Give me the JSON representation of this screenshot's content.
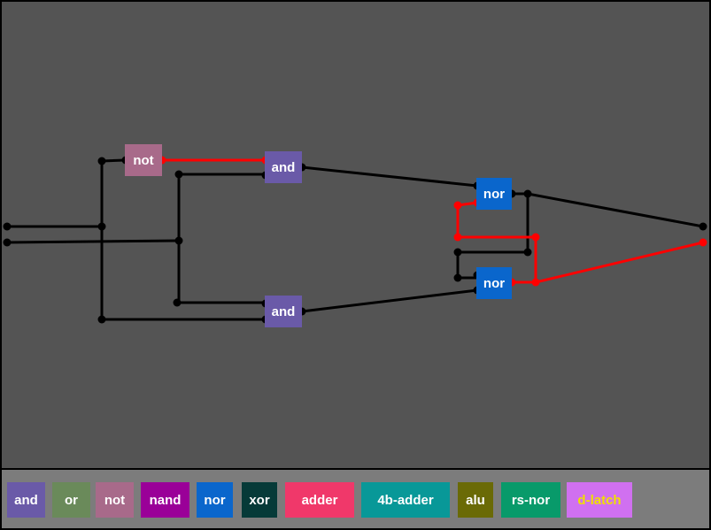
{
  "colors": {
    "canvas_bg": "#545454",
    "toolbar_bg": "#7c7c7c",
    "wire_off": "#000000",
    "wire_on": "#ff0000"
  },
  "canvas": {
    "gates": [
      {
        "id": "not1",
        "label": "not",
        "color": "#a86a8a"
      },
      {
        "id": "and1",
        "label": "and",
        "color": "#6a5aa8"
      },
      {
        "id": "and2",
        "label": "and",
        "color": "#6a5aa8"
      },
      {
        "id": "nor1",
        "label": "nor",
        "color": "#0a66cc"
      },
      {
        "id": "nor2",
        "label": "nor",
        "color": "#0a66cc"
      }
    ]
  },
  "toolbar": {
    "items": [
      {
        "label": "and",
        "color": "#6a5aa8",
        "text_color": "#ffffff"
      },
      {
        "label": "or",
        "color": "#6a8a5a",
        "text_color": "#ffffff"
      },
      {
        "label": "not",
        "color": "#a86a8a",
        "text_color": "#ffffff"
      },
      {
        "label": "nand",
        "color": "#9a0098",
        "text_color": "#ffffff"
      },
      {
        "label": "nor",
        "color": "#0a66cc",
        "text_color": "#ffffff"
      },
      {
        "label": "xor",
        "color": "#063a38",
        "text_color": "#ffffff"
      },
      {
        "label": "adder",
        "color": "#f0386a",
        "text_color": "#ffffff"
      },
      {
        "label": "4b-adder",
        "color": "#089898",
        "text_color": "#ffffff"
      },
      {
        "label": "alu",
        "color": "#6a6a06",
        "text_color": "#ffffff"
      },
      {
        "label": "rs-nor",
        "color": "#089a6a",
        "text_color": "#ffffff"
      },
      {
        "label": "d-latch",
        "color": "#d070f0",
        "text_color": "#f0e000"
      }
    ]
  }
}
